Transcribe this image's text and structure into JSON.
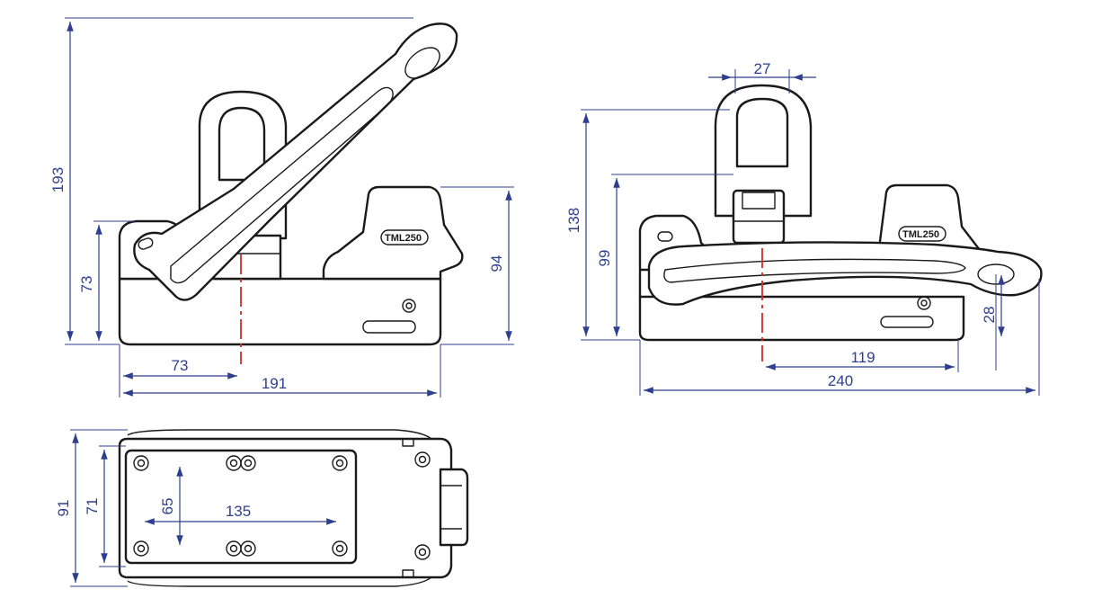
{
  "colors": {
    "dimension": "#2e3f8f",
    "outline": "#1a1a1a",
    "centerline": "#d42a2a",
    "background": "#ffffff"
  },
  "side_view": {
    "dims": {
      "overall_height": "193",
      "base_height": "73",
      "body_height": "94",
      "center_offset": "73",
      "overall_length": "191"
    }
  },
  "front_view": {
    "dims": {
      "eye_width": "27",
      "eye_height": "138",
      "housing_height": "99",
      "handle_height": "28",
      "center_to_end": "119",
      "overall_length": "240"
    }
  },
  "top_view": {
    "dims": {
      "overall_width": "91",
      "plate_width": "71",
      "hole_spacing_y": "65",
      "hole_spacing_x": "135"
    }
  },
  "logo_text": "TML250"
}
